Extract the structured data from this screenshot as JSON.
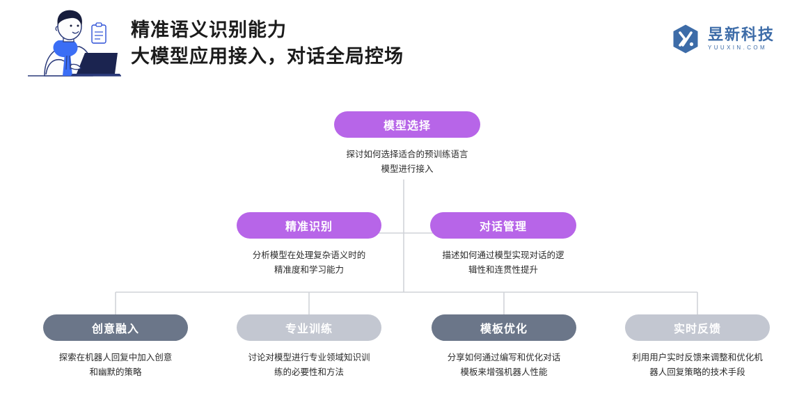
{
  "header": {
    "title_line1": "精准语义识别能力",
    "title_line2": "大模型应用接入，对话全局控场",
    "illustration_name": "person-working-on-laptop-illustration",
    "logo": {
      "mark_name": "yuuxin-hexagon-logo-icon",
      "company_cn": "昱新科技",
      "company_en": "YUUXIN.COM"
    }
  },
  "colors": {
    "purple": "#b765e8",
    "dark_slate": "#6b7689",
    "light_gray": "#c3c7d1",
    "line": "#d0d3d8",
    "brand_blue": "#3d6ca8",
    "title_black": "#1b1b1b"
  },
  "diagram": {
    "type": "tree-hierarchy",
    "root": {
      "label": "模型选择",
      "color": "#b765e8",
      "desc_lines": [
        "探讨如何选择适合的预训练语言",
        "模型进行接入"
      ]
    },
    "level2": [
      {
        "label": "精准识别",
        "color": "#b765e8",
        "desc_lines": [
          "分析模型在处理复杂语义时的",
          "精准度和学习能力"
        ]
      },
      {
        "label": "对话管理",
        "color": "#b765e8",
        "desc_lines": [
          "描述如何通过模型实现对话的逻",
          "辑性和连贯性提升"
        ]
      }
    ],
    "level3": [
      {
        "label": "创意融入",
        "color": "#6b7689",
        "desc_lines": [
          "探索在机器人回复中加入创意",
          "和幽默的策略"
        ]
      },
      {
        "label": "专业训练",
        "color": "#c3c7d1",
        "desc_lines": [
          "讨论对模型进行专业领域知识训",
          "练的必要性和方法"
        ]
      },
      {
        "label": "模板优化",
        "color": "#6b7689",
        "desc_lines": [
          "分享如何通过编写和优化对话",
          "模板来增强机器人性能"
        ]
      },
      {
        "label": "实时反馈",
        "color": "#c3c7d1",
        "desc_lines": [
          "利用用户实时反馈来调整和优化机",
          "器人回复策略的技术手段"
        ]
      }
    ]
  }
}
